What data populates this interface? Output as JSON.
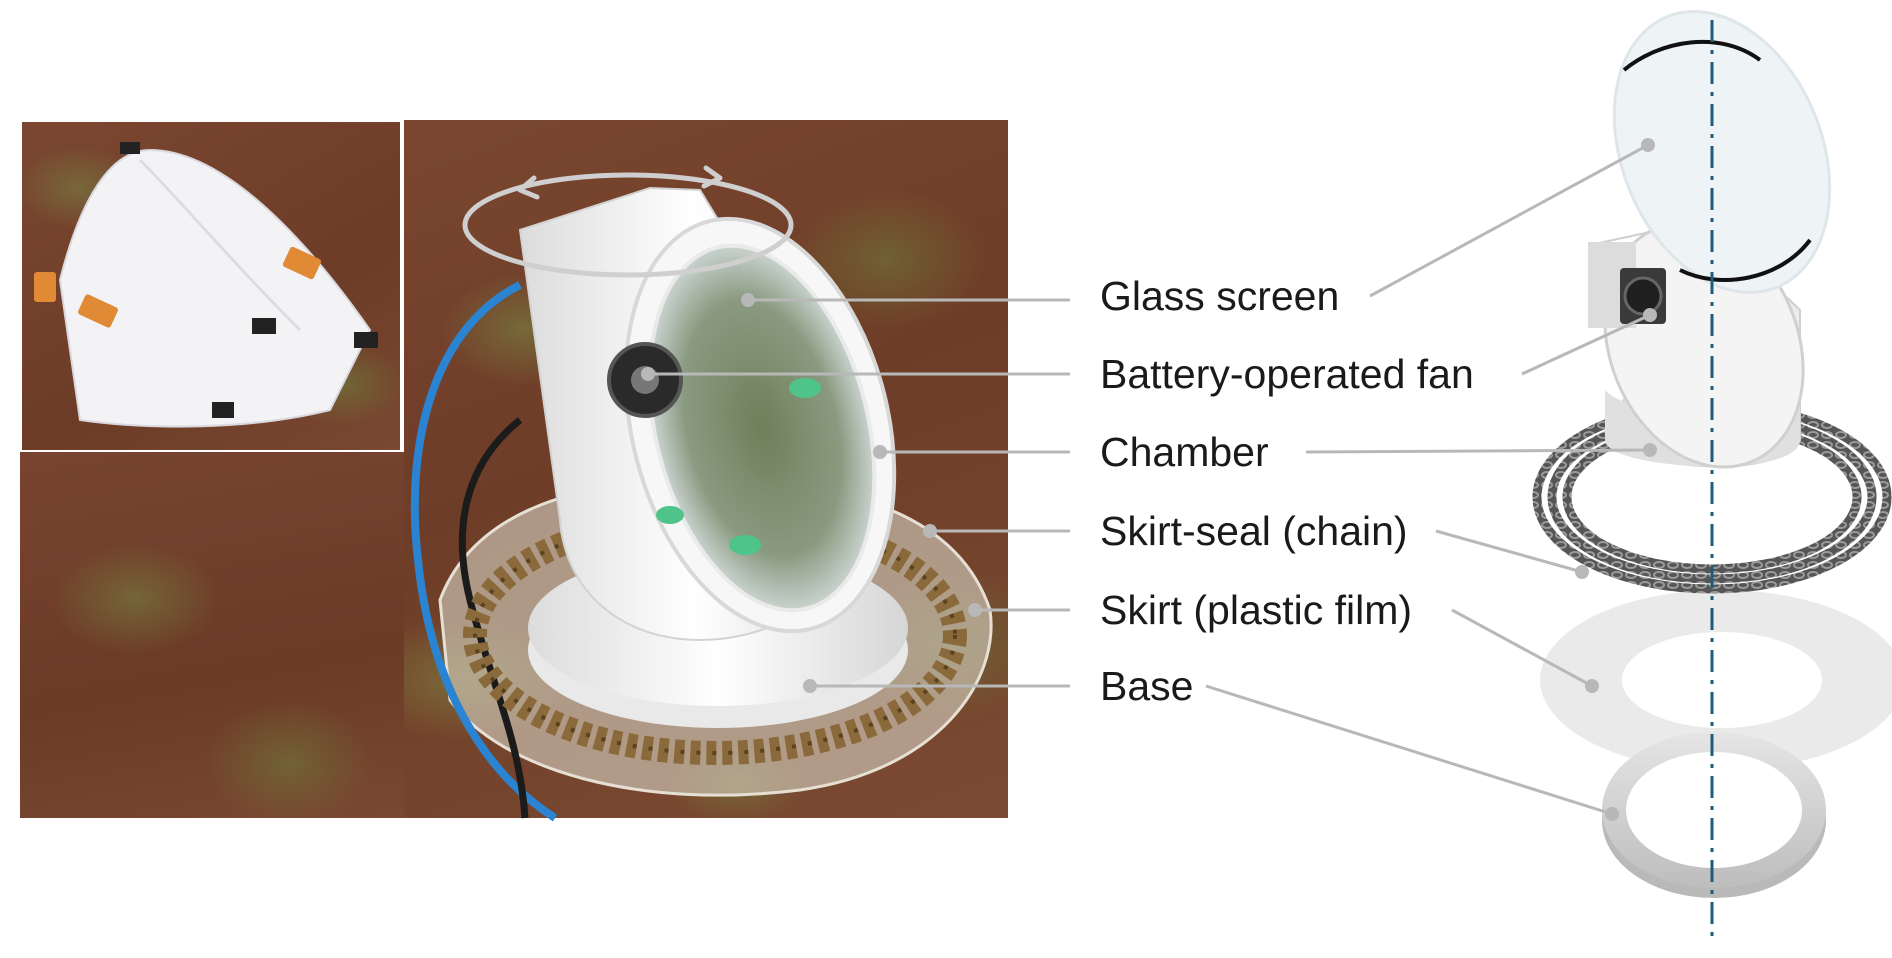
{
  "labels": {
    "glass_screen": "Glass screen",
    "fan": "Battery-operated fan",
    "chamber": "Chamber",
    "skirt_seal": "Skirt-seal (chain)",
    "skirt": "Skirt (plastic film)",
    "base": "Base"
  },
  "colors": {
    "soil": "#6e3d27",
    "vegetation": "#7c8c46",
    "chamber_white": "#f2f2f2",
    "tube_blue": "#2a84d2",
    "chain_rust": "#8a6a3a",
    "axis_line": "#1f5c7a",
    "leader_line": "#b8b8b8"
  }
}
